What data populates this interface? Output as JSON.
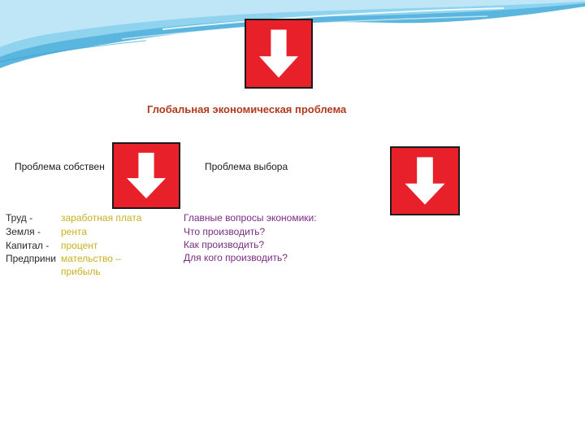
{
  "slide": {
    "title": "Глобальная экономическая проблема",
    "ownership_problem": "Проблема собствен",
    "choice_problem": "Проблема выбора",
    "factors": [
      {
        "label": "Труд    -",
        "income": "заработная плата"
      },
      {
        "label": "Земля  -",
        "income": "рента"
      },
      {
        "label": "Капитал -",
        "income": "процент"
      },
      {
        "label": "Предприни",
        "income": "мательство –"
      },
      {
        "label": "",
        "income": "прибыль"
      }
    ],
    "questions": [
      "Главные вопросы экономики:",
      "Что производить?",
      "Как производить?",
      "Для кого производить?"
    ]
  },
  "icons": {
    "arrow_icon": "down-arrow-icon",
    "arrow_bg": "#e8202a",
    "arrow_fg": "#ffffff"
  },
  "colors": {
    "title": "#b03a1e",
    "factor_text": "#2a2a2a",
    "income_text": "#c9b020",
    "question_text": "#7a2a82",
    "wave": "#6fc3e6"
  }
}
